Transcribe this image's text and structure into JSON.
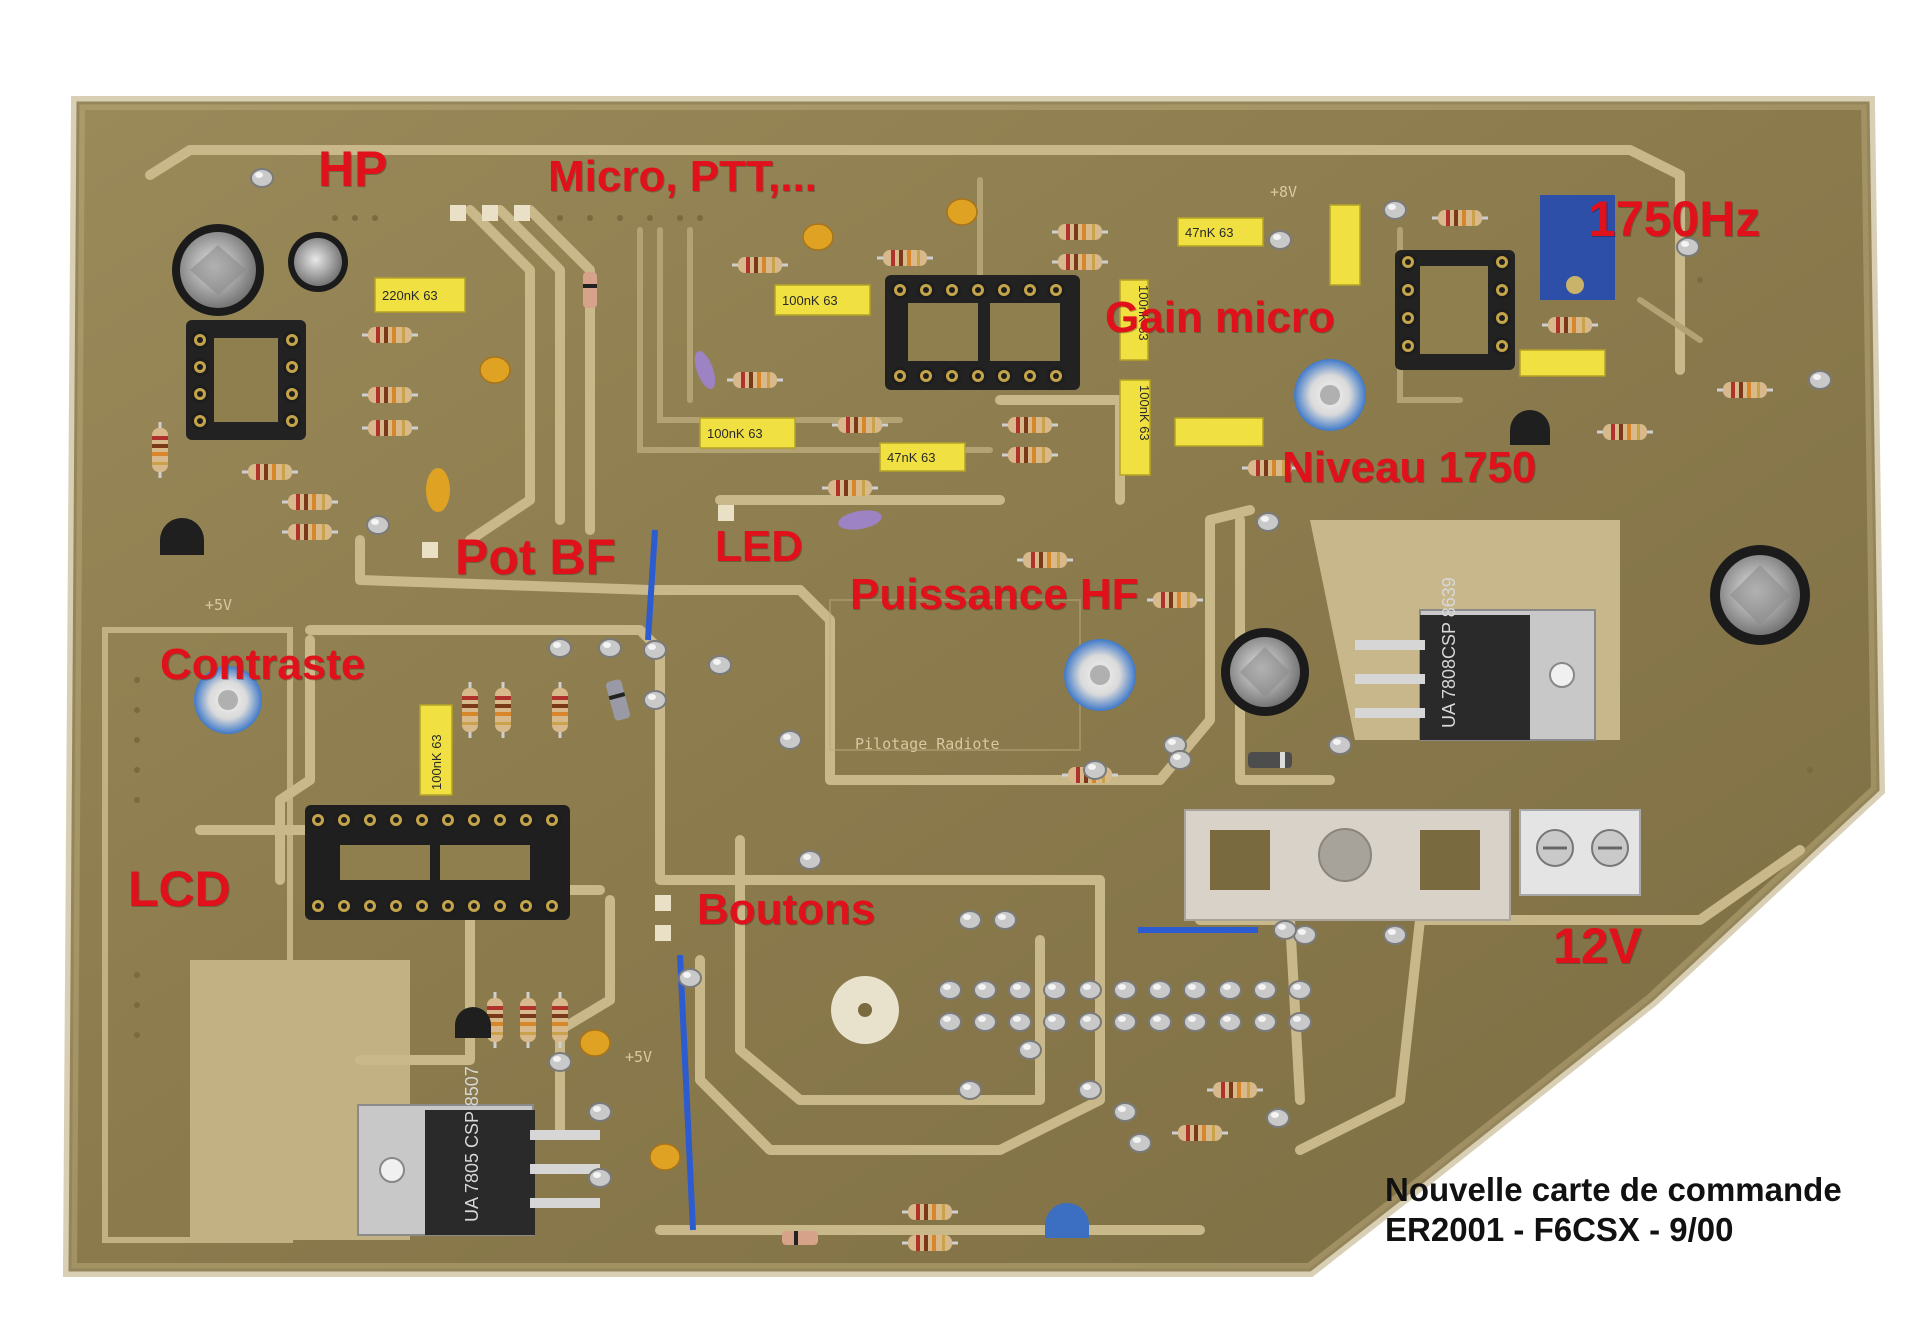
{
  "labels": {
    "hp": "HP",
    "micro": "Micro, PTT,...",
    "freq": "1750Hz",
    "gain": "Gain micro",
    "niveau": "Niveau 1750",
    "pot": "Pot BF",
    "led": "LED",
    "puissance": "Puissance HF",
    "contraste": "Contraste",
    "lcd": "LCD",
    "boutons": "Boutons",
    "volt": "12V"
  },
  "caption": {
    "line1": "Nouvelle carte de commande",
    "line2": "ER2001 - F6CSX - 9/00"
  },
  "silkscreen": {
    "board": "Pilotage Radiote",
    "rail1": "+5V",
    "rail2": "+8V",
    "rail3": "+5V"
  },
  "component_markings": {
    "c220n": "220nK 63",
    "c100a": "100nK 63",
    "c100b": "100nK 63",
    "c100c": "100nK 63",
    "c47a": "47nK 63",
    "c47b": "47nK 63",
    "c100v1": "100nK 63",
    "c100v2": "100nK 63",
    "reg1": "UA 7808CSP 8639",
    "reg2": "UA 7805 CSP 8507"
  },
  "colors": {
    "board": "#8f7f4f",
    "trace": "#c8b88a",
    "label": "#e0111b",
    "caption": "#111111"
  }
}
